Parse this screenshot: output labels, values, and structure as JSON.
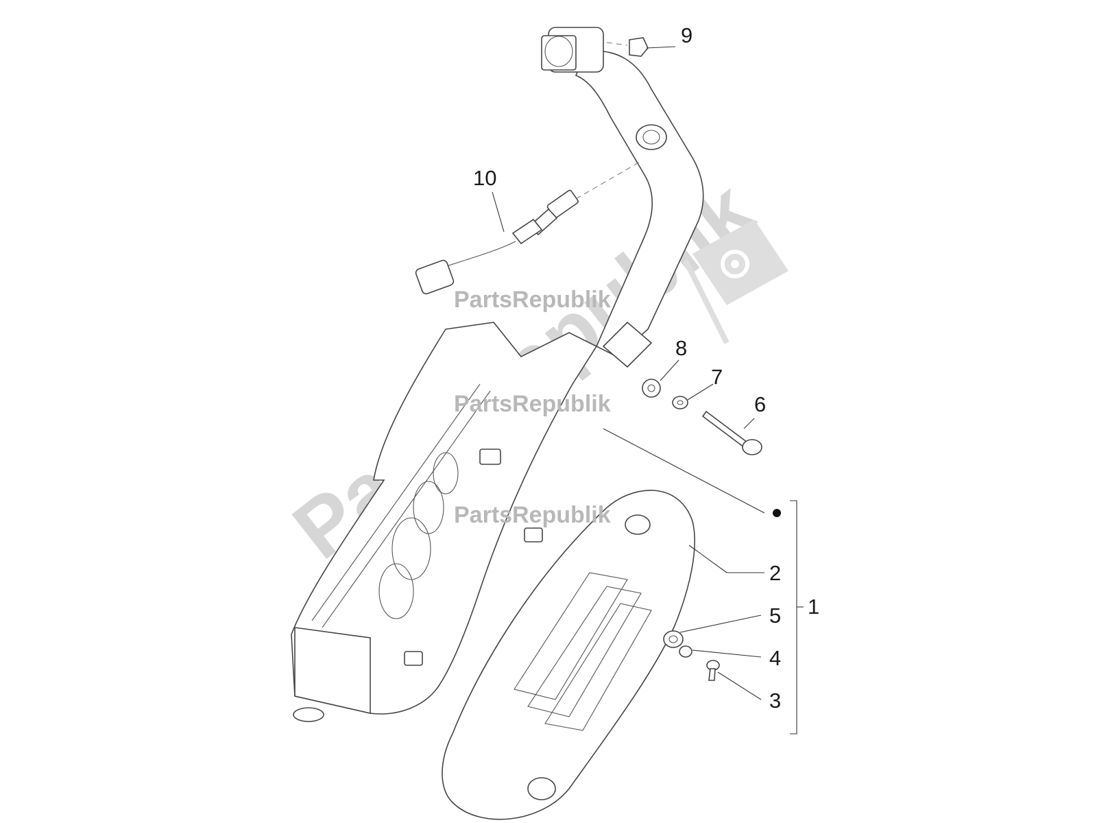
{
  "watermark": {
    "brand": "PartsRepublik",
    "color": "#b8b8b8"
  },
  "callouts": [
    {
      "id": "c1",
      "text": "1"
    },
    {
      "id": "c2",
      "text": "2"
    },
    {
      "id": "c3",
      "text": "3"
    },
    {
      "id": "c4",
      "text": "4"
    },
    {
      "id": "c5",
      "text": "5"
    },
    {
      "id": "c6",
      "text": "6"
    },
    {
      "id": "c7",
      "text": "7"
    },
    {
      "id": "c8",
      "text": "8"
    },
    {
      "id": "c9",
      "text": "9"
    },
    {
      "id": "c10",
      "text": "10"
    }
  ],
  "icons": {
    "gear": "gear-icon",
    "flag": "flag-icon",
    "bullet": "dot-icon"
  }
}
